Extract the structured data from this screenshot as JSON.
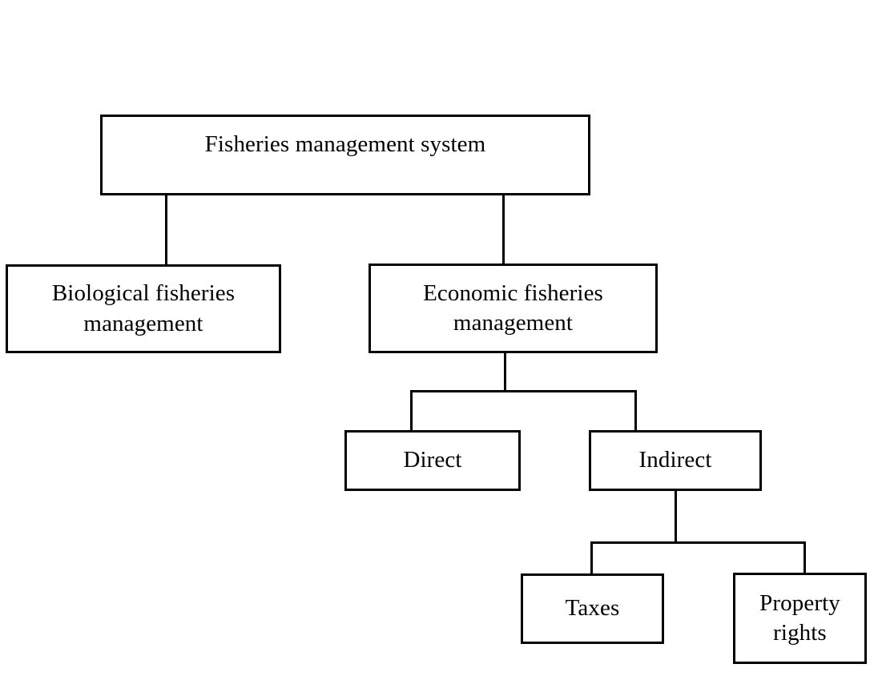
{
  "diagram": {
    "type": "hierarchy-tree",
    "title": "Fisheries management system",
    "background_color": "#ffffff",
    "line_color": "#000000",
    "text_color": "#000000",
    "nodes": [
      {
        "id": "root",
        "label": "Fisheries management system",
        "level": 0
      },
      {
        "id": "biological",
        "label": "Biological fisheries\nmanagement",
        "level": 1
      },
      {
        "id": "economic",
        "label": "Economic fisheries\nmanagement",
        "level": 1
      },
      {
        "id": "direct",
        "label": "Direct",
        "level": 2
      },
      {
        "id": "indirect",
        "label": "Indirect",
        "level": 2
      },
      {
        "id": "taxes",
        "label": "Taxes",
        "level": 3
      },
      {
        "id": "property",
        "label": "Property\nrights",
        "level": 3
      }
    ],
    "edges": [
      {
        "from": "root",
        "to": "biological"
      },
      {
        "from": "root",
        "to": "economic"
      },
      {
        "from": "economic",
        "to": "direct"
      },
      {
        "from": "economic",
        "to": "indirect"
      },
      {
        "from": "indirect",
        "to": "taxes"
      },
      {
        "from": "indirect",
        "to": "property"
      }
    ]
  }
}
